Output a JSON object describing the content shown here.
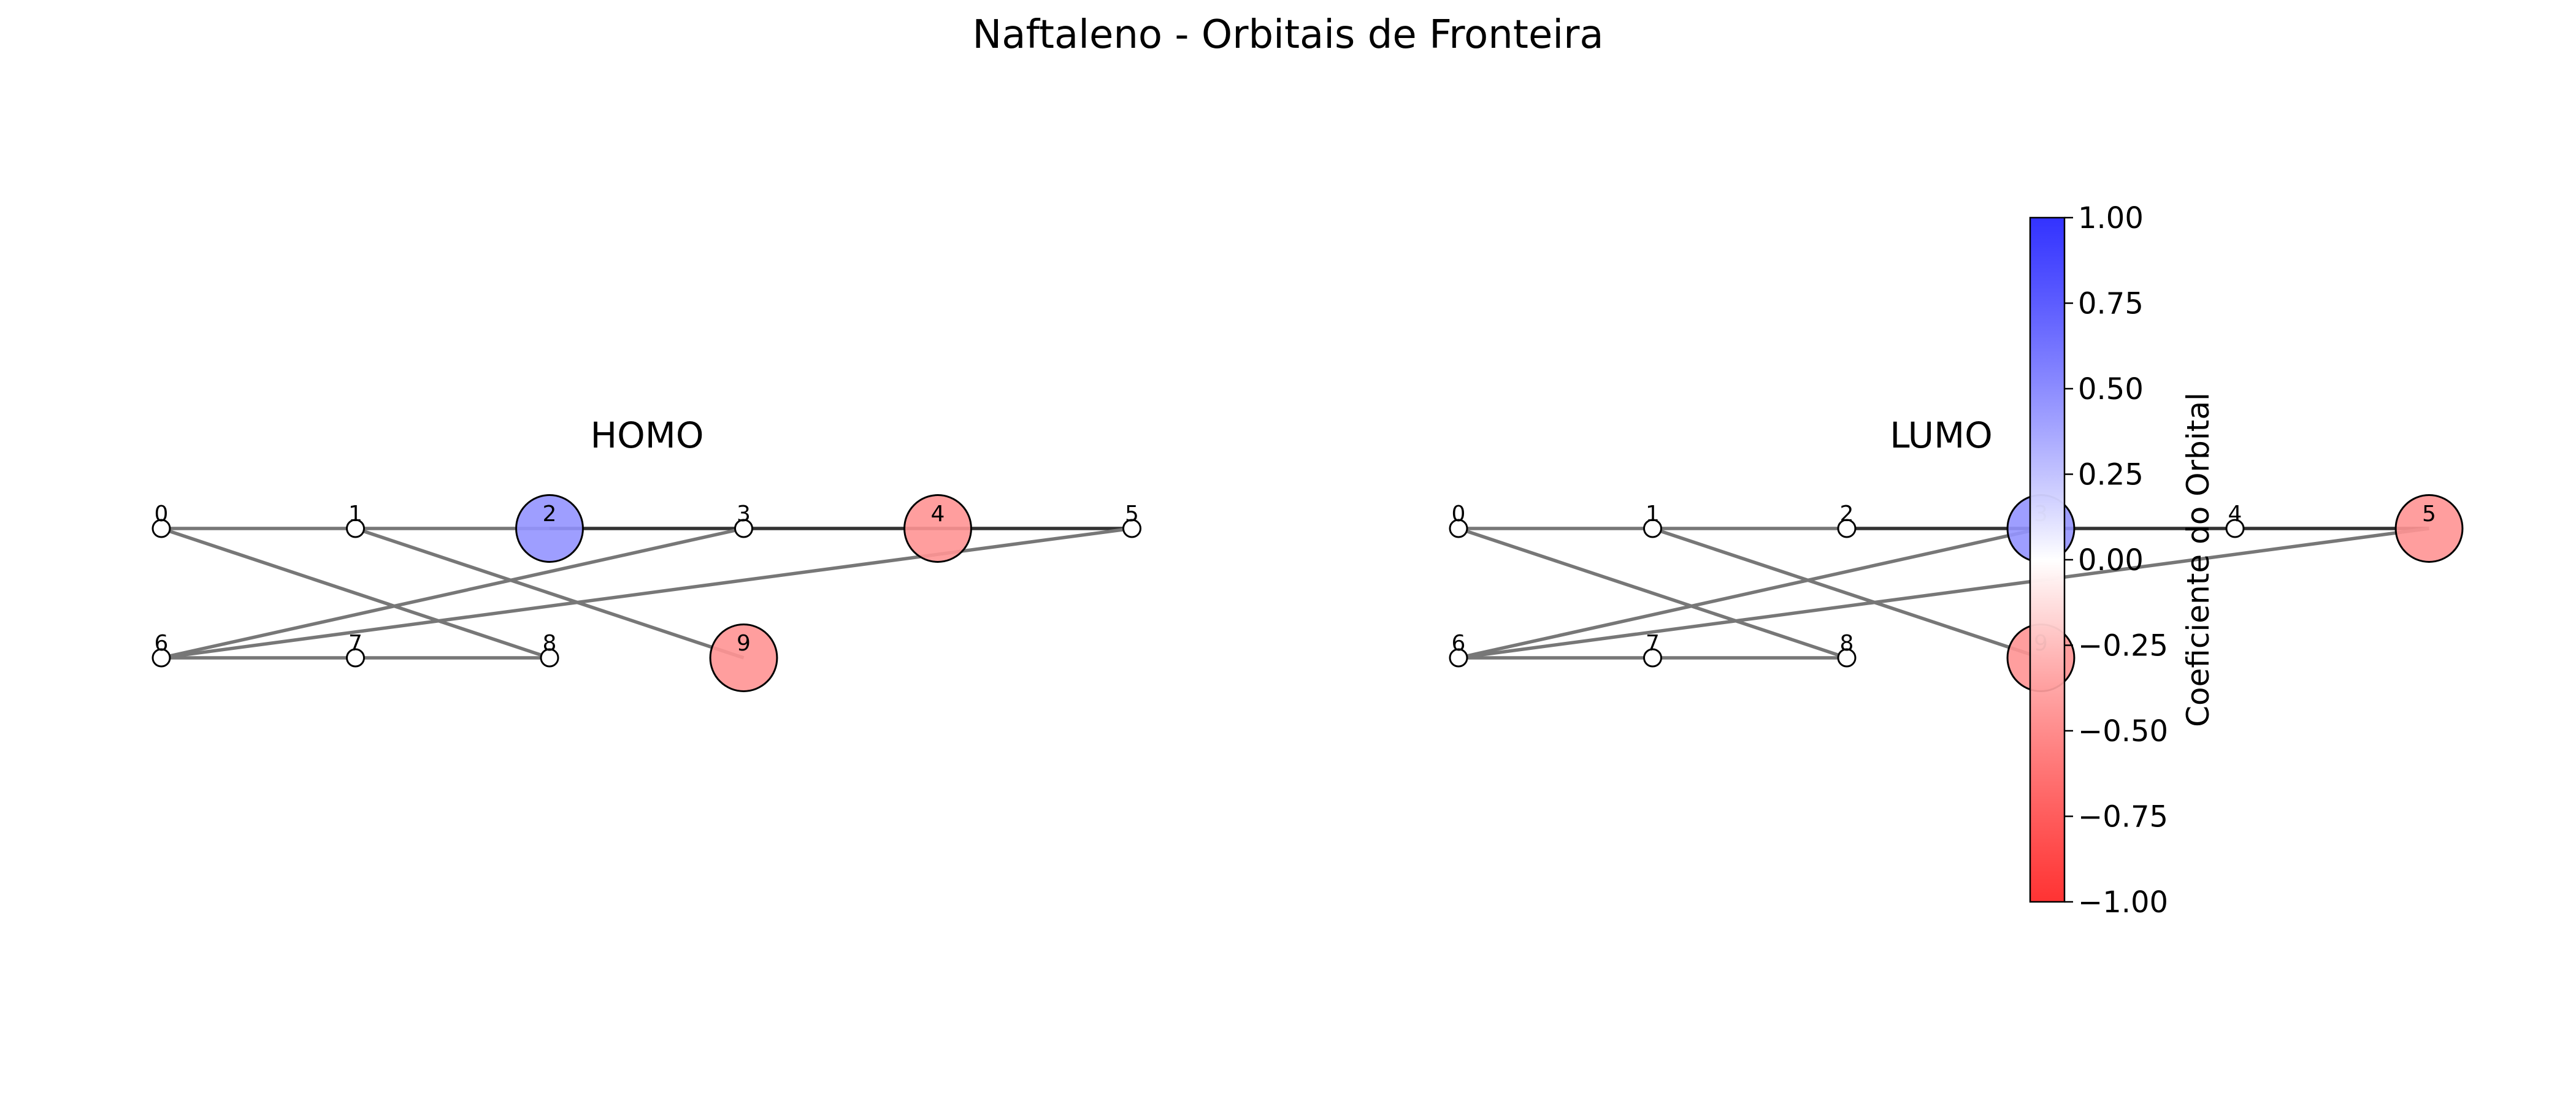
{
  "figure": {
    "title": "Naftaleno - Orbitais de Fronteira"
  },
  "panels": [
    {
      "id": "homo",
      "title": "HOMO",
      "atoms": [
        {
          "label": "0",
          "coef": 0.0
        },
        {
          "label": "1",
          "coef": 0.0
        },
        {
          "label": "2",
          "coef": 0.42
        },
        {
          "label": "3",
          "coef": 0.0
        },
        {
          "label": "4",
          "coef": -0.42
        },
        {
          "label": "5",
          "coef": 0.0
        },
        {
          "label": "6",
          "coef": 0.0
        },
        {
          "label": "7",
          "coef": 0.0
        },
        {
          "label": "8",
          "coef": 0.0
        },
        {
          "label": "9",
          "coef": -0.42
        }
      ],
      "bonds": [
        [
          0,
          1
        ],
        [
          1,
          2
        ],
        [
          2,
          3
        ],
        [
          3,
          4
        ],
        [
          4,
          5
        ],
        [
          0,
          8
        ],
        [
          1,
          9
        ],
        [
          6,
          7
        ],
        [
          7,
          8
        ],
        [
          6,
          3
        ],
        [
          6,
          5
        ]
      ]
    },
    {
      "id": "lumo",
      "title": "LUMO",
      "atoms": [
        {
          "label": "0",
          "coef": 0.0
        },
        {
          "label": "1",
          "coef": 0.0
        },
        {
          "label": "2",
          "coef": 0.0
        },
        {
          "label": "3",
          "coef": 0.42
        },
        {
          "label": "4",
          "coef": 0.0
        },
        {
          "label": "5",
          "coef": -0.42
        },
        {
          "label": "6",
          "coef": 0.0
        },
        {
          "label": "7",
          "coef": 0.0
        },
        {
          "label": "8",
          "coef": 0.0
        },
        {
          "label": "9",
          "coef": -0.42
        }
      ],
      "bonds": [
        [
          0,
          1
        ],
        [
          1,
          2
        ],
        [
          2,
          3
        ],
        [
          3,
          4
        ],
        [
          4,
          5
        ],
        [
          0,
          8
        ],
        [
          1,
          9
        ],
        [
          6,
          7
        ],
        [
          7,
          8
        ],
        [
          6,
          3
        ],
        [
          6,
          5
        ]
      ]
    }
  ],
  "colorbar": {
    "label": "Coeficiente do Orbital",
    "min": -1.0,
    "max": 1.0,
    "colors": {
      "negative": "#ff0000",
      "zero": "#ffffff",
      "positive": "#0000ff"
    },
    "ticks": [
      "1.00",
      "0.75",
      "0.50",
      "0.25",
      "0.00",
      "−0.25",
      "−0.50",
      "−0.75",
      "−1.00"
    ]
  }
}
